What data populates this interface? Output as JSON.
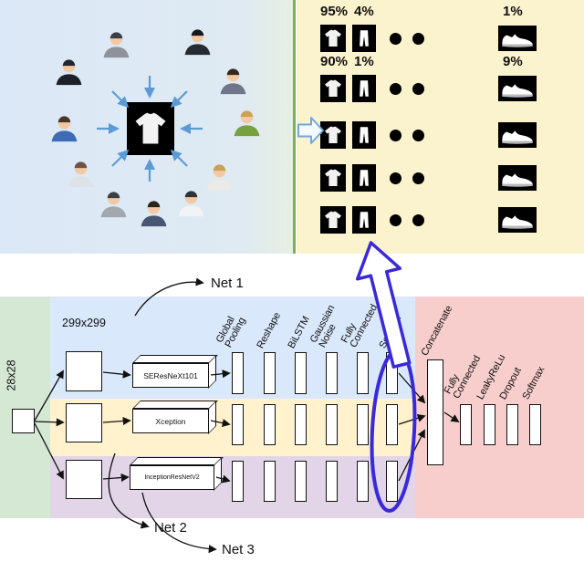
{
  "colors": {
    "panel-blue": "#dbe8f7",
    "panel-yellow": "#fbf3cd",
    "divider-green": "#7fae63",
    "band-green": "#d5e8d4",
    "band-blue": "#dae8fc",
    "band-yellow": "#fff2cc",
    "band-purple": "#e1d5e7",
    "band-pink": "#f8cecc",
    "highlight-blue": "#3a29d8",
    "arrow-lightblue": "#5b9bd5"
  },
  "predictions": {
    "rows": [
      {
        "labels": [
          "95%",
          "4%",
          "1%"
        ]
      },
      {
        "labels": [
          "90%",
          "1%",
          "9%"
        ]
      },
      {
        "labels": [
          "",
          "",
          ""
        ]
      },
      {
        "labels": [
          "",
          "",
          ""
        ]
      },
      {
        "labels": [
          "",
          "",
          ""
        ]
      }
    ]
  },
  "network": {
    "input_size": "28x28",
    "resized_size": "299x299",
    "branch_layers": [
      "Global Pooling",
      "Reshape",
      "BiLSTM",
      "Gaussian Noise",
      "Fully Connected",
      "Softmax"
    ],
    "branches": [
      {
        "name": "Net 1",
        "backbone": "SEResNeXt101"
      },
      {
        "name": "Net 2",
        "backbone": "Xception"
      },
      {
        "name": "Net 3",
        "backbone": "InceptionResNetV2"
      }
    ],
    "head_layers": [
      "Concatenate",
      "Fully Connected",
      "LeakyReLu",
      "Dropout",
      "Softmax"
    ]
  }
}
